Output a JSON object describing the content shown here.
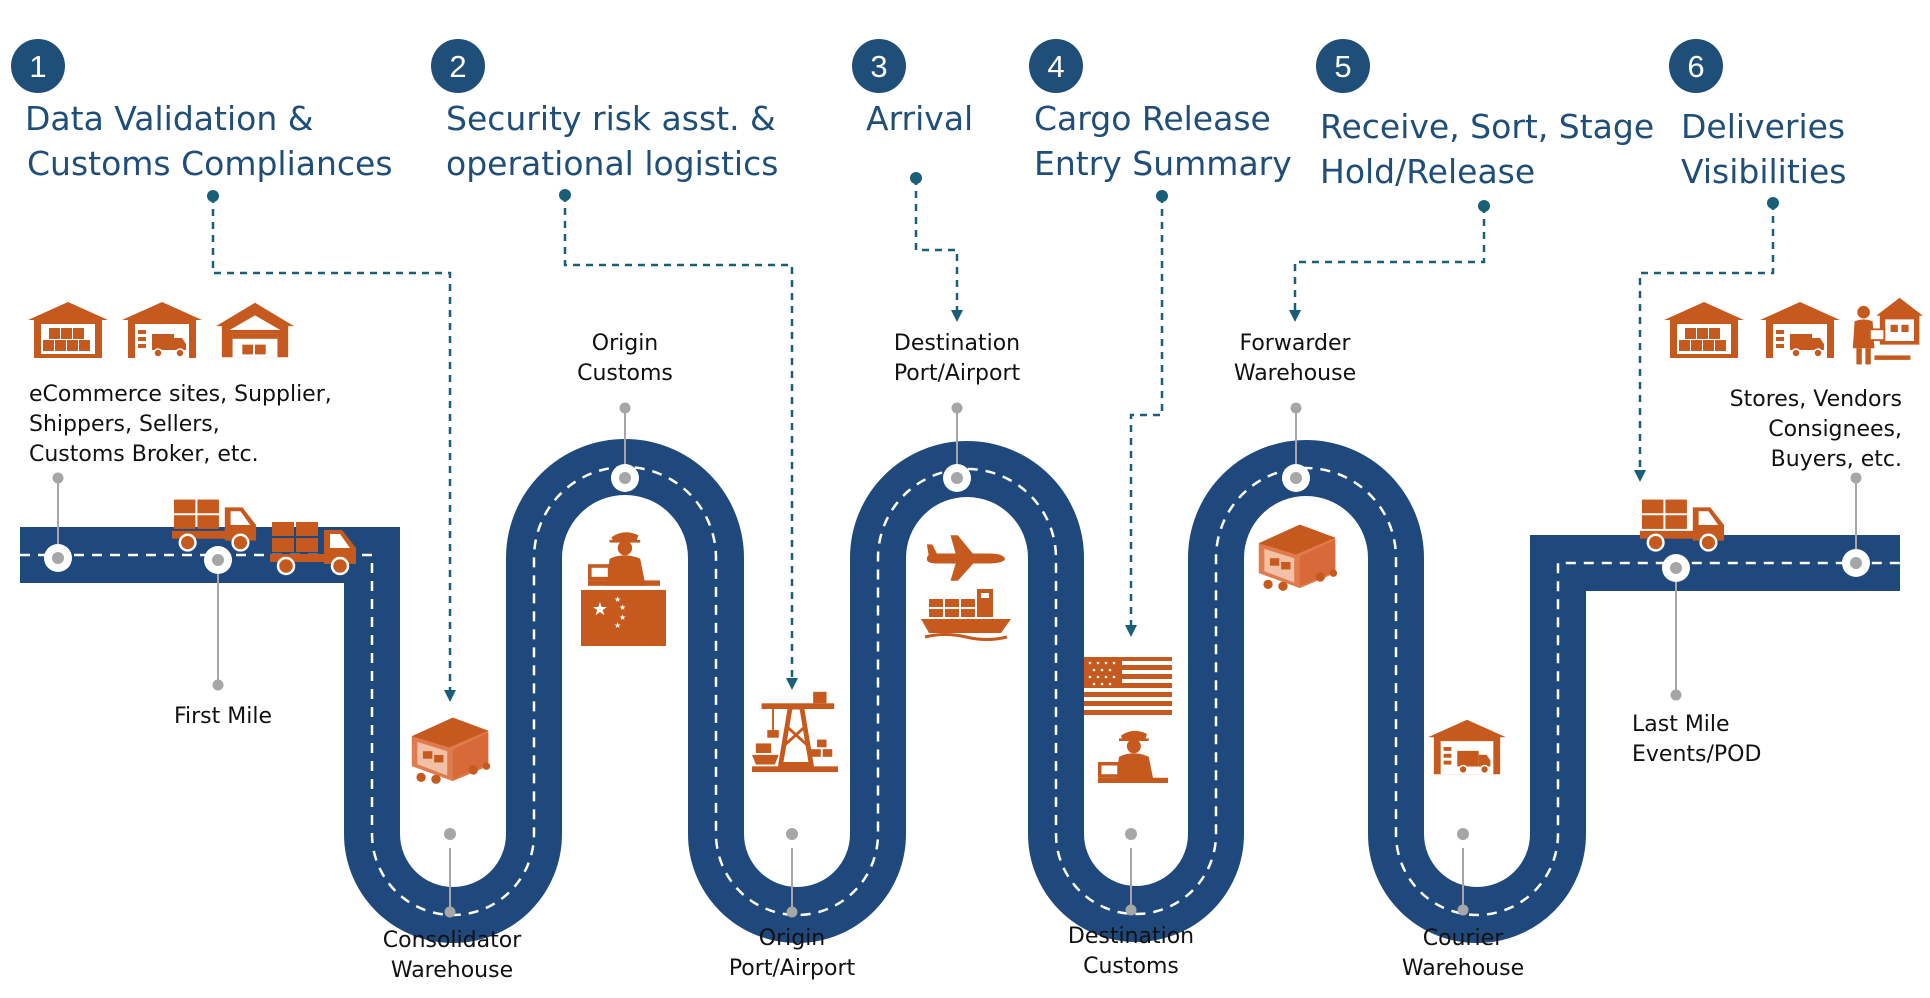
{
  "colors": {
    "road": "#1f497d",
    "accent": "#c65a1e",
    "connector": "#1a5f7a",
    "pin": "#a6a6a6"
  },
  "steps": [
    {
      "number": "1",
      "title": [
        "Data Validation &",
        "Customs Compliances"
      ]
    },
    {
      "number": "2",
      "title": [
        "Security risk asst. &",
        "operational logistics"
      ]
    },
    {
      "number": "3",
      "title": [
        "Arrival"
      ]
    },
    {
      "number": "4",
      "title": [
        "Cargo Release",
        "Entry Summary"
      ]
    },
    {
      "number": "5",
      "title": [
        "Receive, Sort, Stage",
        "Hold/Release"
      ]
    },
    {
      "number": "6",
      "title": [
        "Deliveries",
        "Visibilities"
      ]
    }
  ],
  "nodes": {
    "start": [
      "eCommerce sites, Supplier,",
      "Shippers, Sellers,",
      "Customs Broker, etc."
    ],
    "first_mile": [
      "First Mile"
    ],
    "consolidator": [
      "Consolidator",
      "Warehouse"
    ],
    "origin_customs": [
      "Origin",
      "Customs"
    ],
    "origin_port": [
      "Origin",
      "Port/Airport"
    ],
    "dest_port": [
      "Destination",
      "Port/Airport"
    ],
    "dest_customs": [
      "Destination",
      "Customs"
    ],
    "forwarder": [
      "Forwarder",
      "Warehouse"
    ],
    "courier": [
      "Courier",
      "Warehouse"
    ],
    "last_mile": [
      "Last Mile",
      "Events/POD"
    ],
    "end": [
      "Stores, Vendors",
      "Consignees,",
      "Buyers, etc."
    ]
  },
  "icons": [
    "warehouse-icon",
    "warehouse-truck-icon",
    "garage-icon",
    "cargo-truck-icon",
    "customs-officer-icon",
    "china-flag-icon",
    "airplane-icon",
    "cargo-ship-icon",
    "port-crane-icon",
    "usa-flag-icon",
    "delivery-person-icon"
  ]
}
